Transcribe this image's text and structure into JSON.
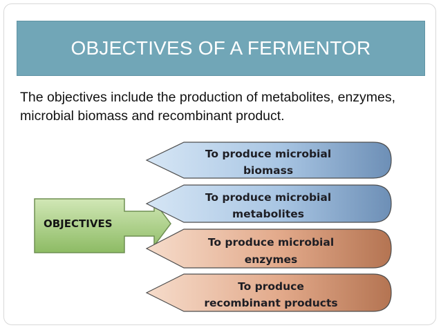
{
  "slide": {
    "title": "OBJECTIVES OF A FERMENTOR",
    "body": "The objectives include the production of metabolites, enzymes, microbial biomass and recombinant product."
  },
  "diagram": {
    "source_label": "OBJECTIVES",
    "items": [
      {
        "line1": "To produce microbial",
        "line2": "biomass",
        "color": "#a9c6e4"
      },
      {
        "line1": "To produce microbial",
        "line2": "metabolites",
        "color": "#a9c6e4"
      },
      {
        "line1": "To produce microbial",
        "line2": "enzymes",
        "color": "#e2a98a"
      },
      {
        "line1": "To produce",
        "line2": "recombinant products",
        "color": "#e2a98a"
      }
    ],
    "source_color": "#aed17d"
  }
}
